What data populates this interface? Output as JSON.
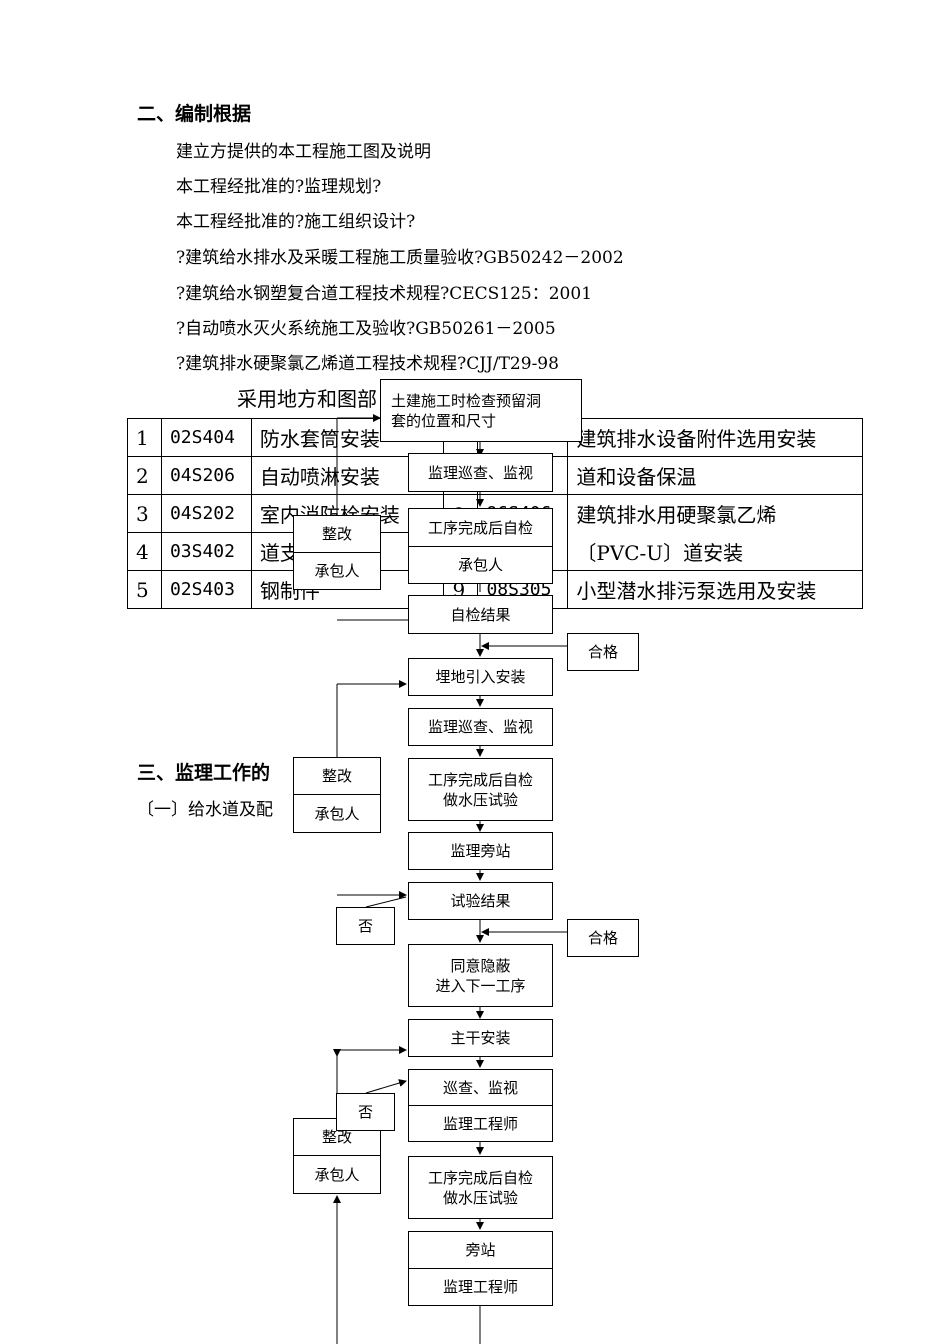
{
  "section2": {
    "heading": "二、编制根据",
    "items": [
      "建立方提供的本工程施工图及说明",
      "本工程经批准的?监理规划?",
      "本工程经批准的?施工组织设计?",
      "?建筑给水排水及采暖工程施工质量验收?GB50242－2002",
      "?建筑给水钢塑复合道工程技术规程?CECS125：2001",
      "?自动喷水灭火系统施工及验收?GB50261－2005",
      "?建筑排水硬聚氯乙烯道工程技术规程?CJJ/T29-98"
    ],
    "table_caption": "采用地方和图部"
  },
  "standards_table": {
    "rows": [
      {
        "num": "1",
        "code": "02S404",
        "name": "防水套筒安装",
        "num2": "",
        "code2": "",
        "name2": "建筑排水设备附件选用安装"
      },
      {
        "num": "2",
        "code": "04S206",
        "name": "自动喷淋安装",
        "num2": "",
        "code2": "",
        "name2": "道和设备保温"
      },
      {
        "num": "3",
        "code": "04S202",
        "name": "室内消防栓安装",
        "num2": "8",
        "code2": "96S406",
        "name2": "建筑排水用硬聚氯乙烯"
      },
      {
        "num": "4",
        "code": "03S402",
        "name": "道支吊架安装",
        "num2": "",
        "code2": "",
        "name2": "〔PVC-U〕道安装"
      },
      {
        "num": "5",
        "code": "02S403",
        "name": "钢制件",
        "num2": "9",
        "code2": "08S305",
        "name2": "小型潜水排污泵选用及安装"
      }
    ]
  },
  "section3": {
    "heading": "三、监理工作的",
    "sub": "〔一〕给水道及配"
  },
  "flow": {
    "top_box": "土建施工时检查预留洞\n套的位置和尺寸",
    "inspect1": "监理巡查、监视",
    "selfcheck1": "工序完成后自检",
    "contractor1": "承包人",
    "rectify1": "整改",
    "rectify_contractor1": "承包人",
    "result1": "自检结果",
    "pass1": "合格",
    "buried": "埋地引入安装",
    "inspect2": "监理巡查、监视",
    "selfcheck2": "工序完成后自检\n做水压试验",
    "rectify2": "整改",
    "rectify_contractor2": "承包人",
    "witness1": "监理旁站",
    "test_result": "试验结果",
    "no1": "否",
    "pass2": "合格",
    "agree": "同意隐蔽\n进入下一工序",
    "main_install": "主干安装",
    "patrol": "巡查、监视",
    "engineer1": "监理工程师",
    "no2": "否",
    "rectify3": "整改",
    "rectify_contractor3": "承包人",
    "selfcheck3": "工序完成后自检\n做水压试验",
    "witness2": "旁站",
    "engineer2": "监理工程师"
  }
}
